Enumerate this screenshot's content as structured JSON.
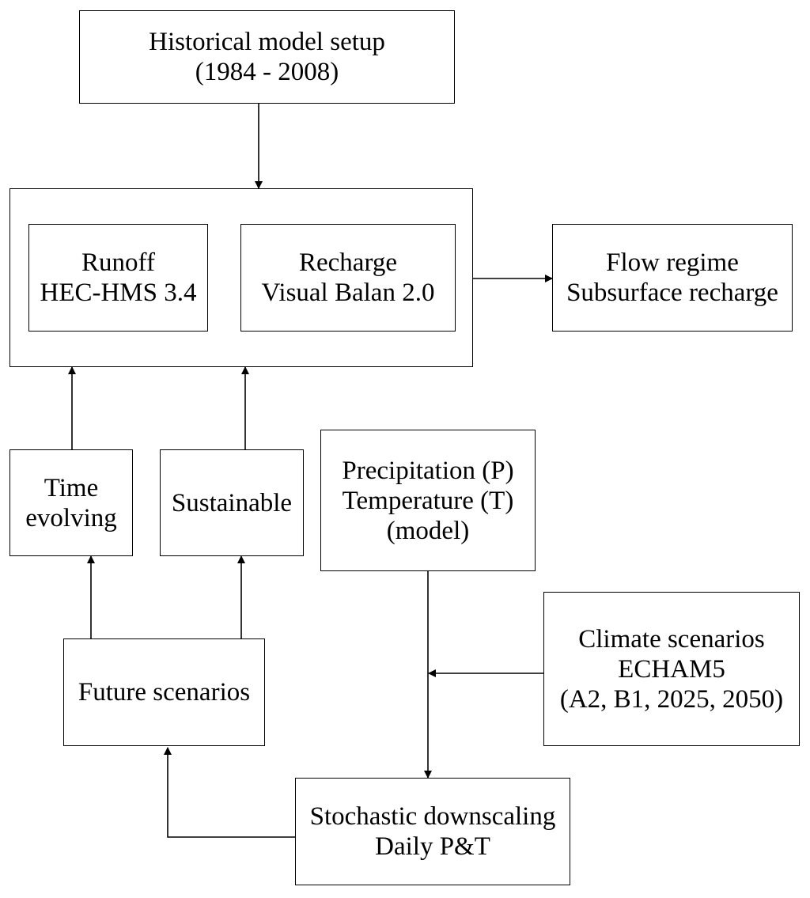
{
  "nodes": {
    "historical": {
      "lines": [
        "Historical model setup",
        "(1984 - 2008)"
      ]
    },
    "runoff": {
      "lines": [
        "Runoff",
        "HEC-HMS 3.4"
      ]
    },
    "recharge": {
      "lines": [
        "Recharge",
        "Visual Balan 2.0"
      ]
    },
    "flow": {
      "lines": [
        "Flow regime",
        "Subsurface recharge"
      ]
    },
    "time_evolving": {
      "lines": [
        "Time",
        "evolving"
      ]
    },
    "sustainable": {
      "lines": [
        "Sustainable"
      ]
    },
    "precip": {
      "lines": [
        "Precipitation (P)",
        "Temperature (T)",
        "(model)"
      ]
    },
    "climate": {
      "lines": [
        "Climate scenarios",
        "ECHAM5",
        "(A2, B1, 2025, 2050)"
      ]
    },
    "future": {
      "lines": [
        "Future scenarios"
      ]
    },
    "stochastic": {
      "lines": [
        "Stochastic downscaling",
        "Daily P&T"
      ]
    }
  }
}
